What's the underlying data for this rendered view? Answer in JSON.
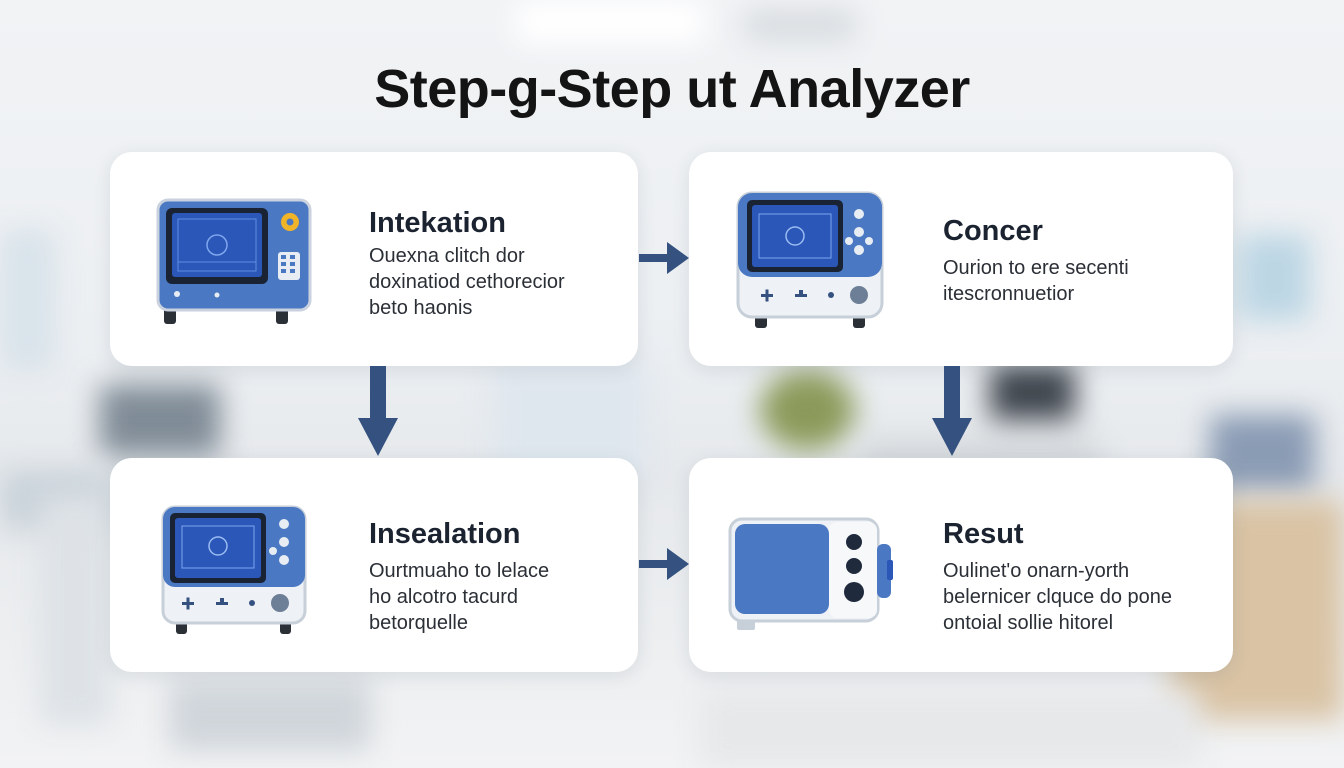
{
  "page": {
    "title": "Step-g-Step ut Analyzer"
  },
  "colors": {
    "accent_blue": "#4a78c2",
    "arrow_navy": "#34517f",
    "screen_dark": "#1d3a78",
    "device_light": "#eef1f5"
  },
  "steps": [
    {
      "title": "Intekation",
      "lines": [
        "Ouexna clitch dor",
        "doxinatiod cethorecior",
        "beto haonis"
      ],
      "icon": "analyzer-monitor-icon"
    },
    {
      "title": "Concer",
      "lines": [
        "Ourion to ere secenti",
        "itescronnuetior"
      ],
      "icon": "analyzer-console-icon"
    },
    {
      "title": "Insealation",
      "lines": [
        "Ourtmuaho to lelace",
        "ho alcotro tacurd",
        "betorquelle"
      ],
      "icon": "analyzer-console-icon"
    },
    {
      "title": "Resut",
      "lines": [
        "Oulinet'o onarn-yorth",
        "belernicer clquce do pone",
        "ontoial sollie hitorel"
      ],
      "icon": "result-device-icon"
    }
  ]
}
